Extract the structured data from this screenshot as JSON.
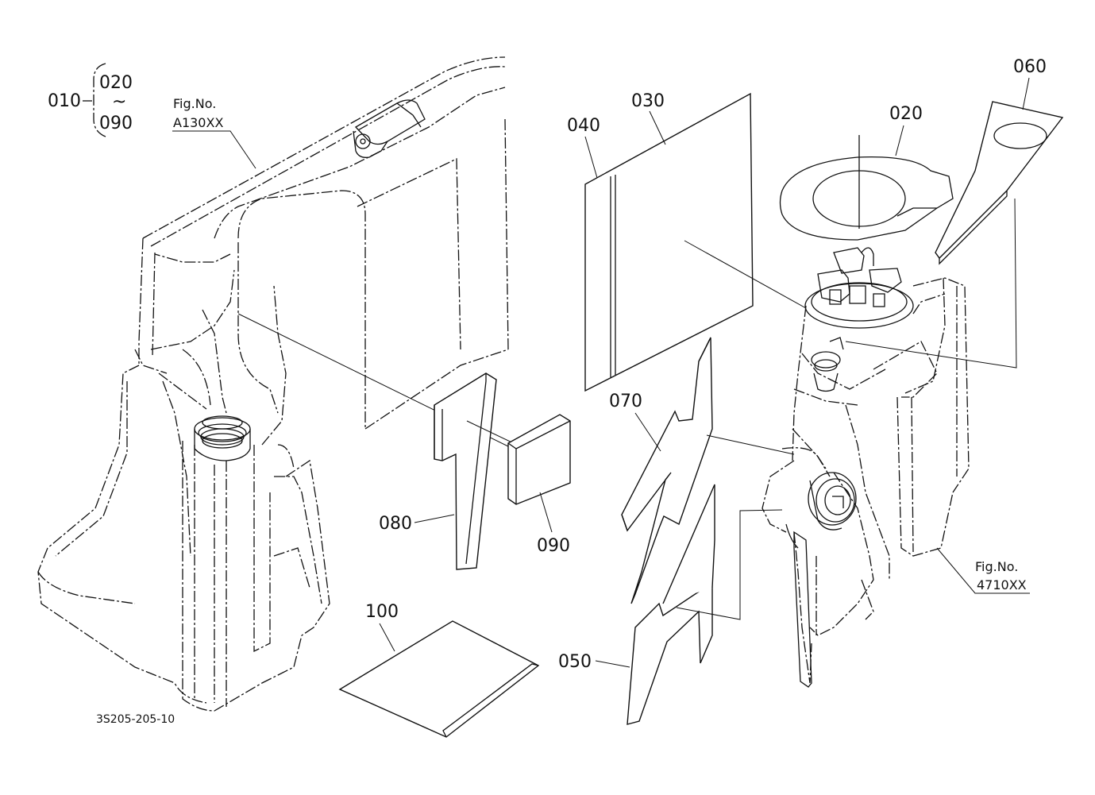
{
  "header": {
    "assembly_label": "010",
    "range_start": "020",
    "range_tilde": "~",
    "range_end": "090"
  },
  "references": [
    {
      "fig_label": "Fig.No.",
      "fig_code": "A130XX"
    },
    {
      "fig_label": "Fig.No.",
      "fig_code": "4710XX"
    }
  ],
  "parts": {
    "p020": "020",
    "p030": "030",
    "p040": "040",
    "p050": "050",
    "p060": "060",
    "p070": "070",
    "p080": "080",
    "p090": "090",
    "p100": "100"
  },
  "drawing_code": "3S205-205-10"
}
